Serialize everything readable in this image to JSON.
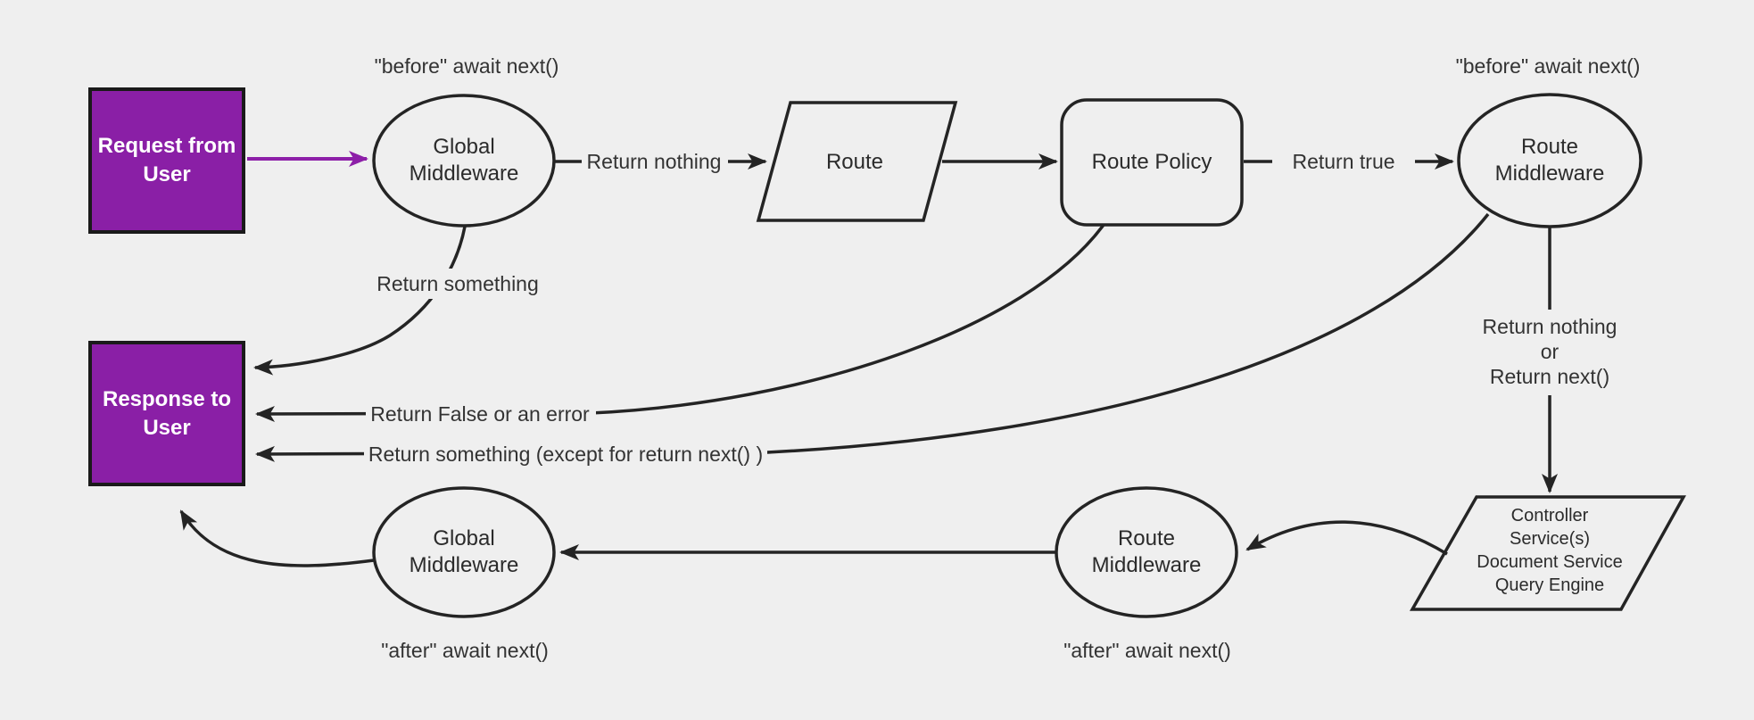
{
  "canvas": {
    "background": "#efefef"
  },
  "colors": {
    "purple_fill": "#8a1fa6",
    "purple_edge": "#8d1fa8",
    "shape_stroke": "#242424",
    "box_stroke": "#1a1a1a",
    "node_text": "#2b2b2b",
    "label_text": "#333333"
  },
  "nodes": {
    "request": {
      "line1": "Request from",
      "line2": "User"
    },
    "response": {
      "line1": "Response to",
      "line2": "User"
    },
    "global_mw_top": {
      "line1": "Global",
      "line2": "Middleware"
    },
    "route": {
      "label": "Route"
    },
    "route_policy": {
      "label": "Route Policy"
    },
    "route_mw_top": {
      "line1": "Route",
      "line2": "Middleware"
    },
    "controller": {
      "line1": "Controller",
      "line2": "Service(s)",
      "line3": "Document Service",
      "line4": "Query Engine"
    },
    "route_mw_bottom": {
      "line1": "Route",
      "line2": "Middleware"
    },
    "global_mw_bottom": {
      "line1": "Global",
      "line2": "Middleware"
    }
  },
  "annotations": {
    "before_left": "\"before\" await next()",
    "before_right": "\"before\" await next()",
    "after_left": "\"after\" await next()",
    "after_right": "\"after\" await next()"
  },
  "edge_labels": {
    "return_nothing": "Return nothing",
    "return_true": "Return true",
    "return_something": "Return something",
    "return_false": "Return False or an error",
    "return_something_except": "Return something (except for return next() )",
    "vertical_line1": "Return nothing",
    "vertical_line2": "or",
    "vertical_line3": "Return next()"
  }
}
